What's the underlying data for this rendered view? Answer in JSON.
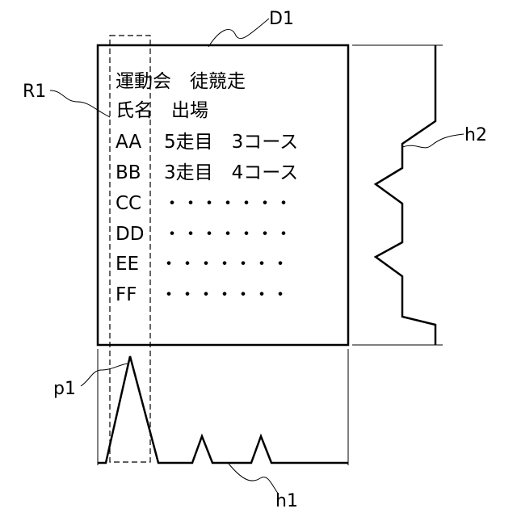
{
  "labels": {
    "document": "D1",
    "region": "R1",
    "peak": "p1",
    "horizontal_histogram": "h1",
    "vertical_histogram": "h2"
  },
  "document": {
    "title": "運動会　徒競走",
    "header": "氏名　出場",
    "rows": [
      {
        "name": "AA",
        "detail": "5走目　3コース"
      },
      {
        "name": "BB",
        "detail": "3走目　4コース"
      },
      {
        "name": "CC",
        "detail": "・・・・・・・"
      },
      {
        "name": "DD",
        "detail": "・・・・・・・"
      },
      {
        "name": "EE",
        "detail": "・・・・・・・"
      },
      {
        "name": "FF",
        "detail": "・・・・・・・"
      }
    ]
  }
}
